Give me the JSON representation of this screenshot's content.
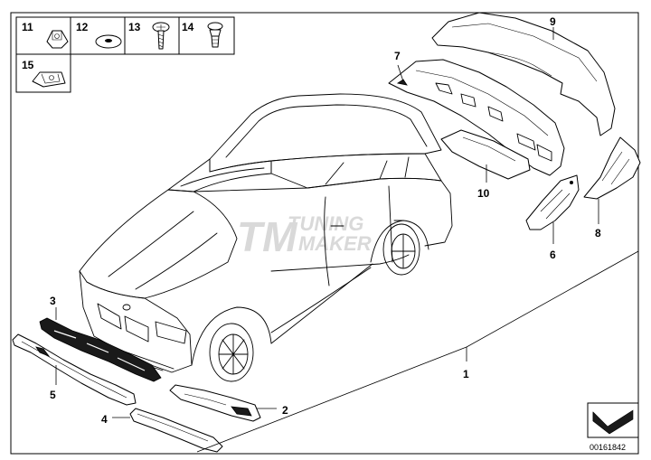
{
  "legend": {
    "items": [
      {
        "num": "11",
        "icon": "clip-nut-icon"
      },
      {
        "num": "12",
        "icon": "washer-icon"
      },
      {
        "num": "13",
        "icon": "screw-icon"
      },
      {
        "num": "14",
        "icon": "expanding-rivet-icon"
      },
      {
        "num": "15",
        "icon": "speed-nut-icon"
      }
    ]
  },
  "callouts": {
    "c1": "1",
    "c2": "2",
    "c3": "3",
    "c4": "4",
    "c5": "5",
    "c6": "6",
    "c7": "7",
    "c8": "8",
    "c9": "9",
    "c10": "10"
  },
  "watermark": {
    "line1": "TUNING",
    "line2": "MAKER"
  },
  "reference": {
    "number": "00161842"
  },
  "colors": {
    "line": "#000000",
    "background": "#ffffff",
    "watermark": "#d9d9d9"
  }
}
